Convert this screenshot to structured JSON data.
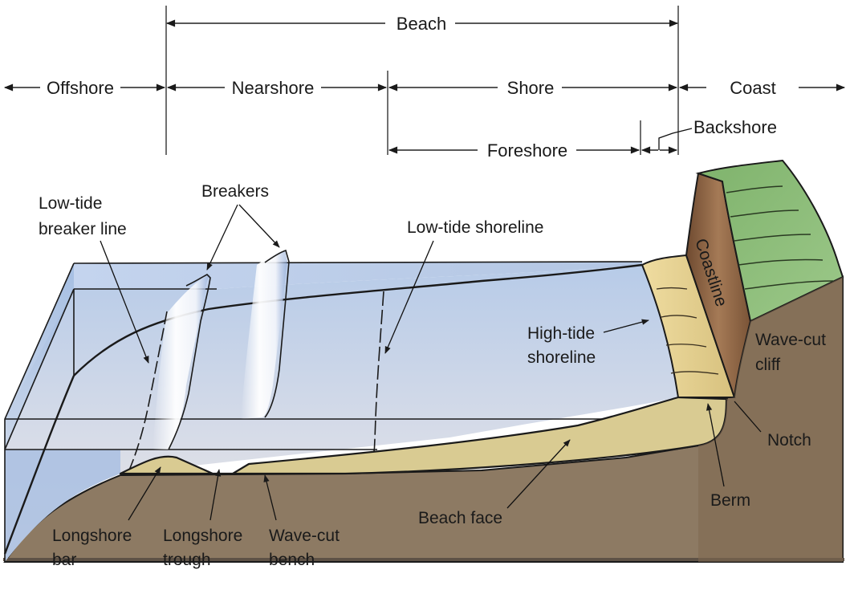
{
  "title": "Beach and coastal zone profile",
  "zones": {
    "beach": "Beach",
    "offshore": "Offshore",
    "nearshore": "Nearshore",
    "shore": "Shore",
    "coast": "Coast",
    "foreshore": "Foreshore",
    "backshore": "Backshore"
  },
  "features": {
    "low_tide_breaker_line": [
      "Low-tide",
      "breaker line"
    ],
    "breakers": "Breakers",
    "low_tide_shoreline": "Low-tide shoreline",
    "high_tide_shoreline": [
      "High-tide",
      "shoreline"
    ],
    "coastline": "Coastline",
    "wave_cut_cliff": [
      "Wave-cut",
      "cliff"
    ],
    "notch": "Notch",
    "berm": "Berm",
    "beach_face": "Beach face",
    "longshore_bar": [
      "Longshore",
      "bar"
    ],
    "longshore_trough": [
      "Longshore",
      "trough"
    ],
    "wave_cut_bench": [
      "Wave-cut",
      "bench"
    ]
  },
  "colors": {
    "water_top": "#b9cbe6",
    "water_bottom": "#e8e6ea",
    "sand": "#dccf96",
    "rock": "#8c7760",
    "cliff_face": "#8a6446",
    "grass": "#8fbd7a",
    "ink": "#1a1a1a"
  }
}
